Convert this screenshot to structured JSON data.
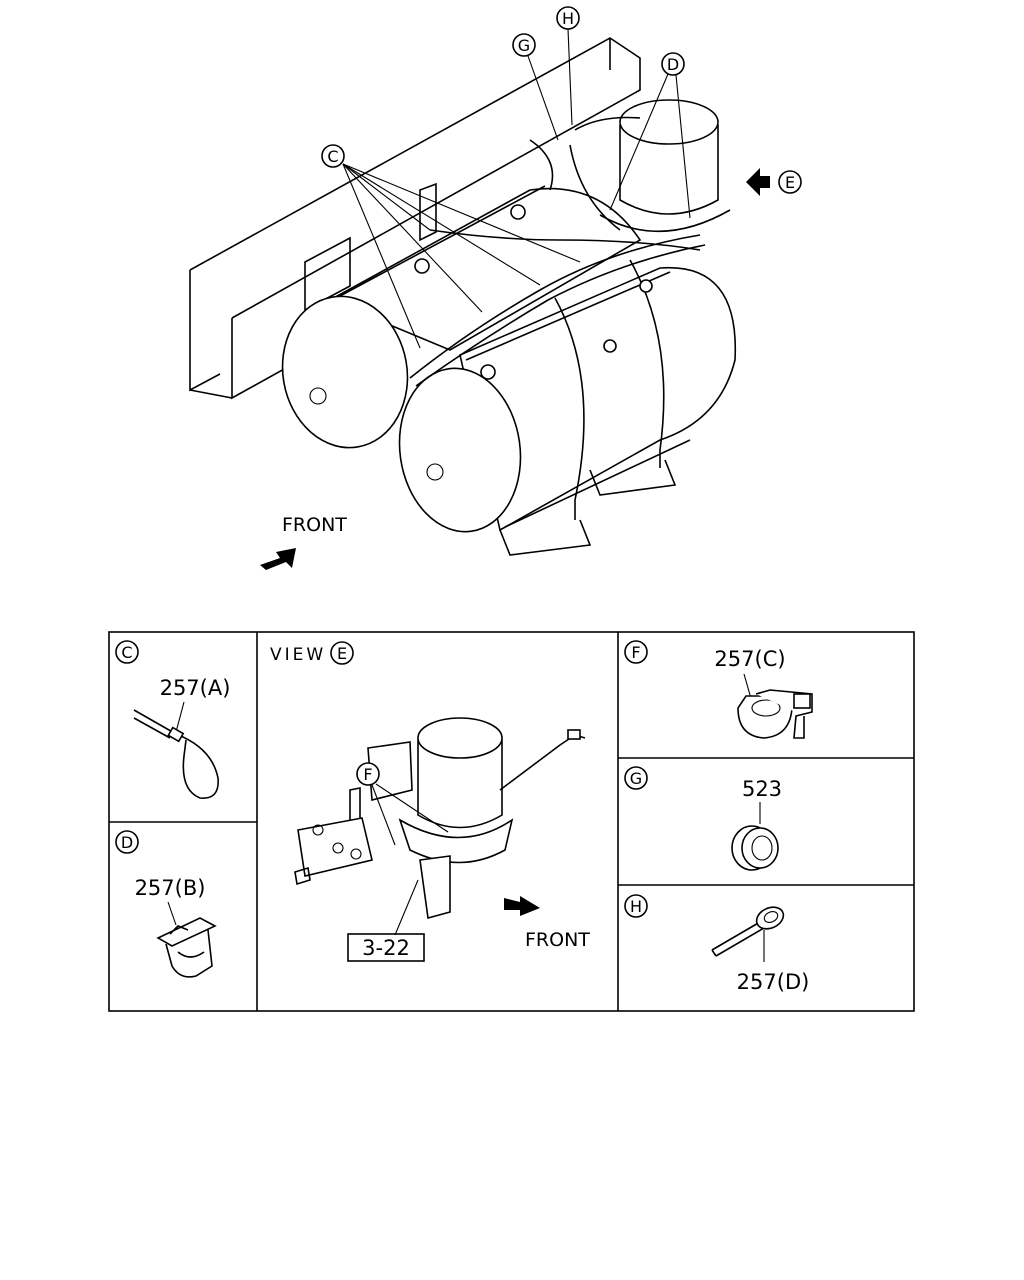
{
  "callouts": {
    "c": "C",
    "d": "D",
    "e": "E",
    "f": "F",
    "g": "G",
    "h": "H"
  },
  "main": {
    "front_label": "FRONT"
  },
  "panels": {
    "c": {
      "letter": "C",
      "part": "257(A)"
    },
    "d": {
      "letter": "D",
      "part": "257(B)"
    },
    "view": {
      "prefix": "VIEW",
      "letter": "E",
      "callout_f": "F",
      "ref": "3-22",
      "front_label": "FRONT"
    },
    "f": {
      "letter": "F",
      "part": "257(C)"
    },
    "g": {
      "letter": "G",
      "part": "523"
    },
    "h": {
      "letter": "H",
      "part": "257(D)"
    }
  }
}
